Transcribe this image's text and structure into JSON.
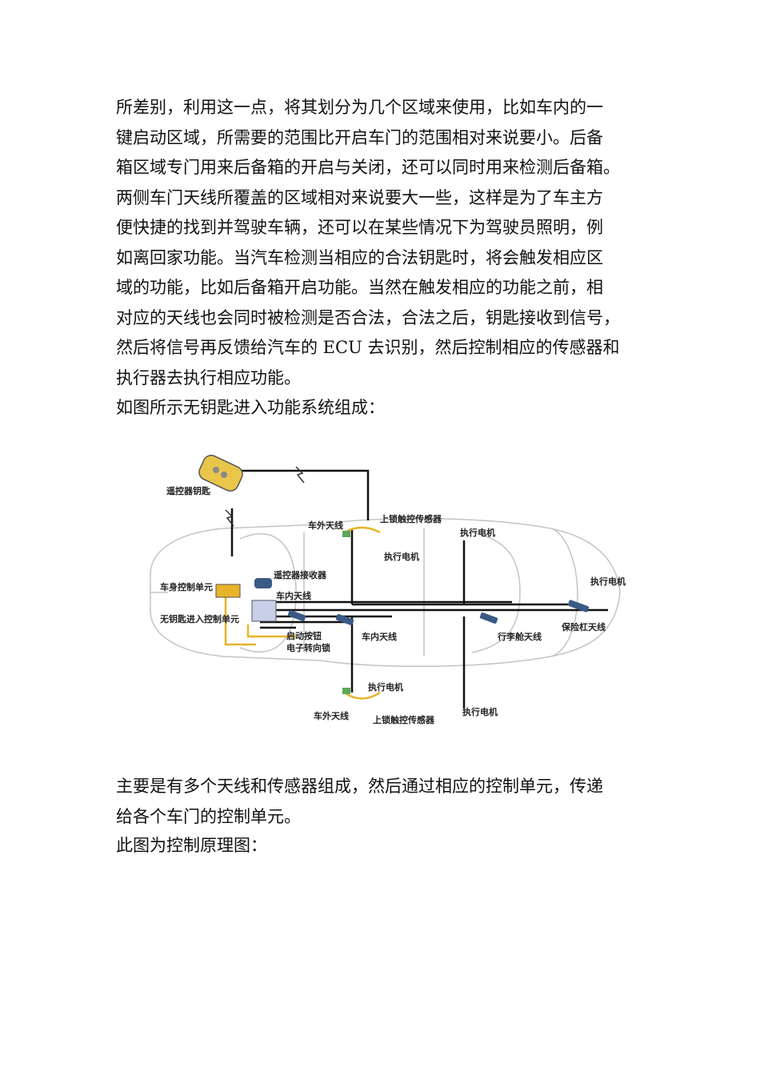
{
  "paragraph1": [
    "所差别，利用这一点，将其划分为几个区域来使用，比如车内的一",
    "键启动区域，所需要的范围比开启车门的范围相对来说要小。后备",
    "箱区域专门用来后备箱的开启与关闭，还可以同时用来检测后备箱。",
    "两侧车门天线所覆盖的区域相对来说要大一些，这样是为了车主方",
    "便快捷的找到并驾驶车辆，还可以在某些情况下为驾驶员照明，例",
    "如离回家功能。当汽车检测当相应的合法钥匙时，将会触发相应区",
    "域的功能，比如后备箱开启功能。当然在触发相应的功能之前，相",
    "对应的天线也会同时被检测是否合法，合法之后，钥匙接收到信号，",
    "然后将信号再反馈给汽车的 ECU 去识别，然后控制相应的传感器和",
    "执行器去执行相应功能。",
    "如图所示无钥匙进入功能系统组成："
  ],
  "figure_labels": {
    "remote_key": "遥控器钥匙",
    "outer_antenna_top": "车外天线",
    "lock_sensor_top": "上锁触控传感器",
    "actuator_top_door": "执行电机",
    "actuator_top_rear": "执行电机",
    "actuator_trunk": "执行电机",
    "receiver": "遥控器接收器",
    "body_control_unit": "车身控制单元",
    "inner_antenna_front": "车内天线",
    "keyless_unit": "无钥匙进入控制单元",
    "start_button": "启动按钮",
    "steering_lock": "电子转向锁",
    "inner_antenna_mid": "车内天线",
    "trunk_antenna": "行李舱天线",
    "bumper_antenna": "保险杠天线",
    "actuator_bottom_door": "执行电机",
    "actuator_bottom_rear": "执行电机",
    "outer_antenna_bottom": "车外天线",
    "lock_sensor_bottom": "上锁触控传感器"
  },
  "paragraph2": [
    "主要是有多个天线和传感器组成，然后通过相应的控制单元，传递",
    "给各个车门的控制单元。"
  ],
  "paragraph3": [
    "此图为控制原理图："
  ],
  "colors": {
    "wire": "#111111",
    "yellow_wire": "#e8b32a",
    "antenna_blue": "#3a5a86",
    "car_outline": "#bfbfbf",
    "green_unit": "#5aa85a"
  }
}
